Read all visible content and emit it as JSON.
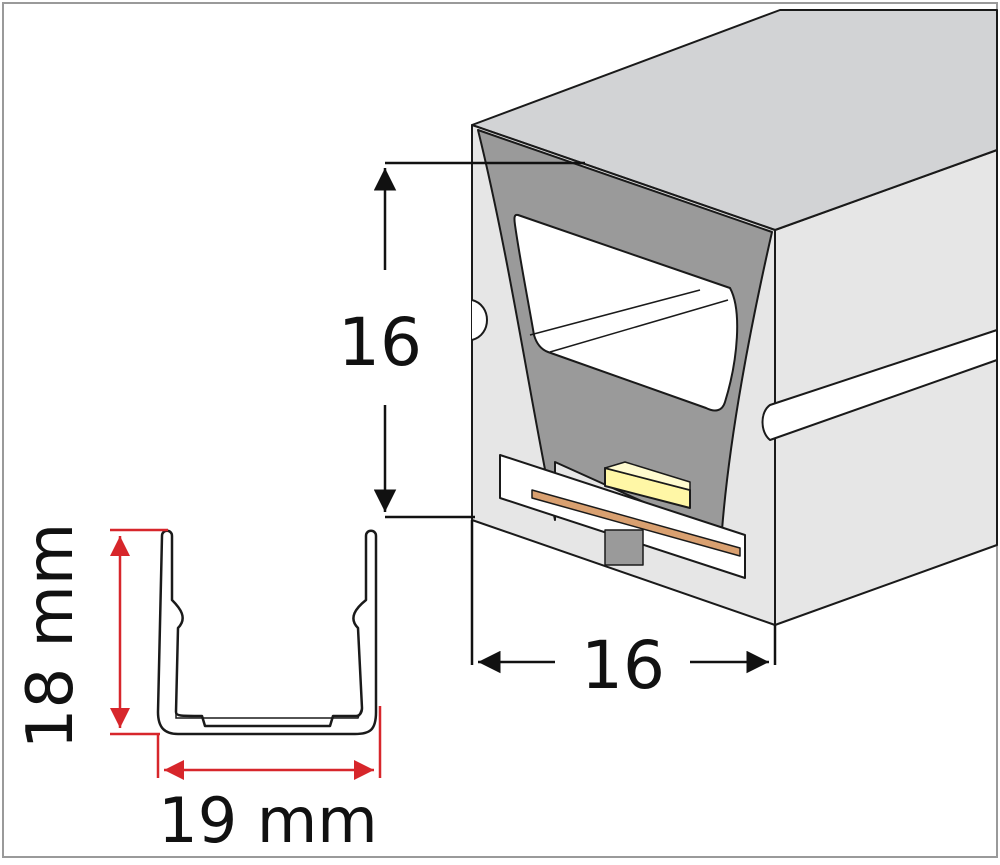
{
  "labels": {
    "profile_height": "16",
    "profile_width": "16",
    "channel_height": "18 mm",
    "channel_width": "19 mm"
  },
  "colors": {
    "frame": "#9a9a9a",
    "outline": "#1a1a1a",
    "body_light": "#e6e6e6",
    "body_top": "#d2d3d5",
    "body_end_face": "#9a9a9a",
    "cavity": "#ffffff",
    "pcb": "#d9a070",
    "led_chip": "#fff7a6",
    "dimension_black": "#111111",
    "dimension_red": "#d7262b",
    "channel_stroke": "#1a1a1a"
  }
}
